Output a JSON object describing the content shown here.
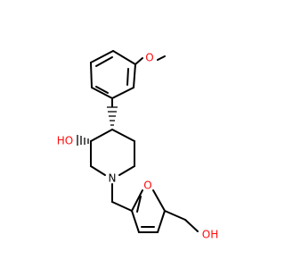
{
  "molecule": {
    "atoms": {
      "o_methoxy": "O",
      "o_hydroxyl": "HO",
      "n_piperidine": "N",
      "o_furan": "O",
      "o_hydroxymethyl": "OH"
    }
  },
  "colors": {
    "bond": "#000000",
    "oxygen": "#ff0d0d",
    "nitrogen": "#000000",
    "background": "#ffffff"
  }
}
